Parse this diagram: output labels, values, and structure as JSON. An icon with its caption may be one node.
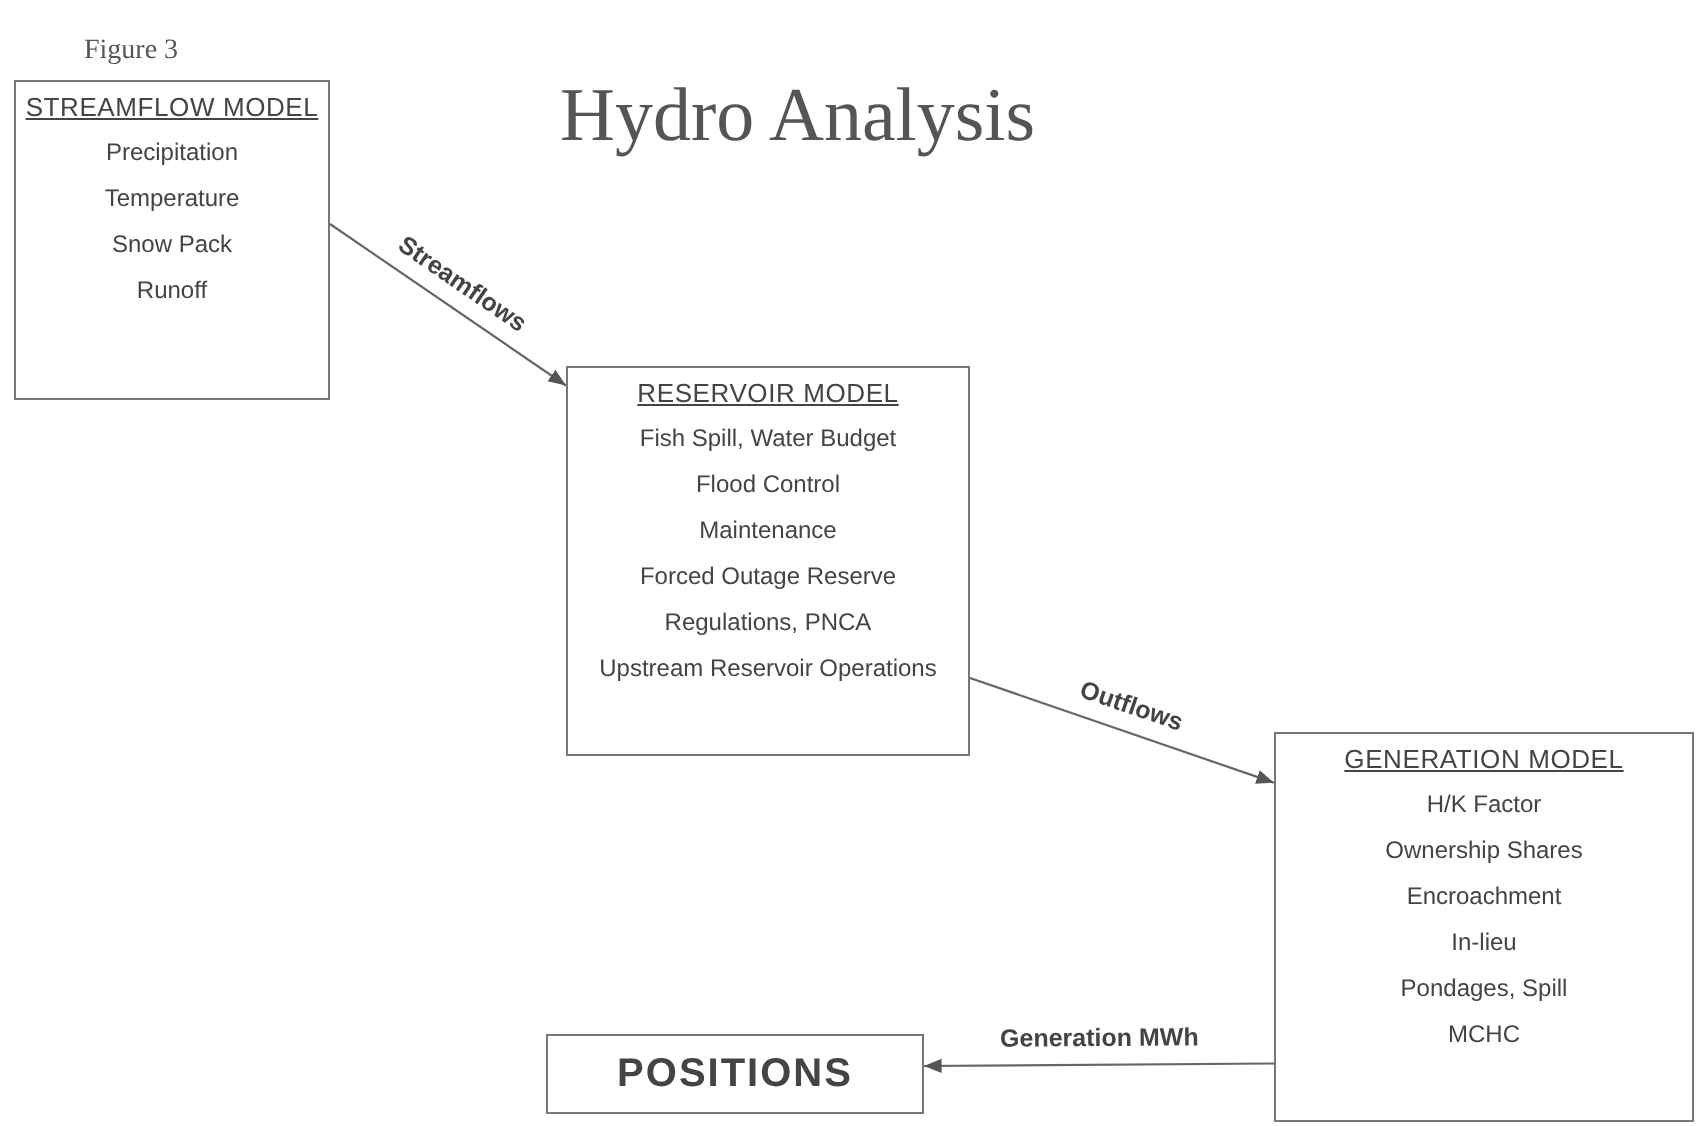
{
  "diagram": {
    "title": "Hydro Analysis",
    "nodes": [
      {
        "text": [
          "STREAMFLOW MODEL",
          "Precipitation",
          "Temperature",
          "Snow Pack",
          "Runoff"
        ]
      },
      {
        "text": [
          "RESERVOIR MODEL",
          "Fish Spill, Water Budget",
          "Flood Control",
          "Maintenance",
          "Forced Outage Reserve",
          "Regulations, PNCA",
          "Upstream Reservoir Operations"
        ]
      },
      {
        "text": [
          "GENERATION MODEL",
          "H/K Factor",
          "Ownership Shares",
          "Encroachment",
          "In-lieu",
          "Pondages, Spill",
          "MCHC"
        ]
      },
      {
        "text": [
          "POSITIONS"
        ]
      }
    ],
    "edges": [
      {
        "from": 0,
        "to": 1,
        "arrow": "to",
        "label": "Streamflows"
      },
      {
        "from": 1,
        "to": 2,
        "arrow": "to",
        "label": "Outflows"
      },
      {
        "from": 2,
        "to": 3,
        "arrow": "to",
        "label": "Generation MWh"
      }
    ],
    "labels": [
      "Figure 3"
    ]
  }
}
